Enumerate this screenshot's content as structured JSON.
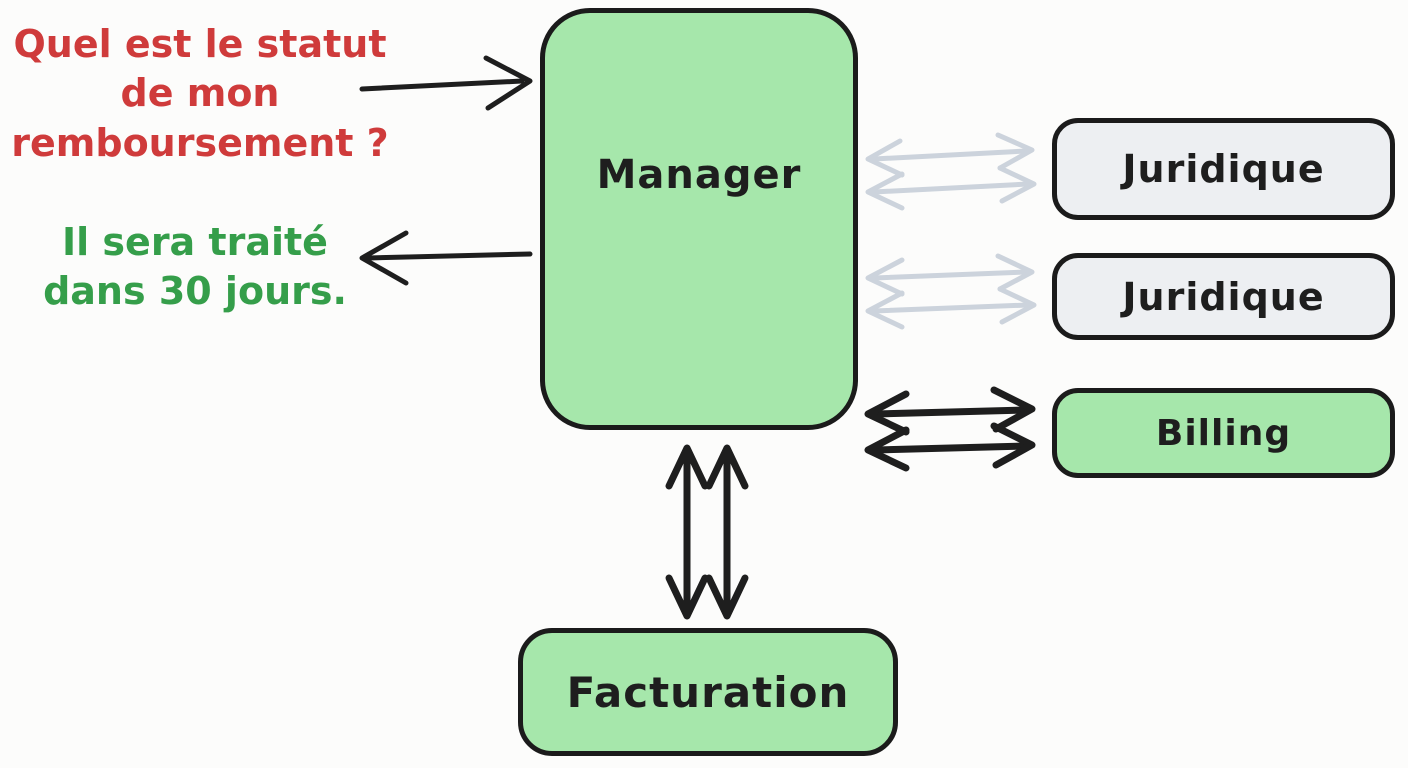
{
  "diagram": {
    "question": {
      "lines": [
        "Quel est le statut",
        "de mon",
        "remboursement ?"
      ],
      "full_text": "Quel est le statut de mon remboursement ?",
      "color": "#cf3b3b"
    },
    "answer": {
      "lines": [
        "Il sera traité",
        "dans 30 jours."
      ],
      "full_text": "Il sera traité dans 30 jours.",
      "color": "#359e4a"
    },
    "nodes": {
      "manager": {
        "label": "Manager",
        "fill": "#a6e7ab"
      },
      "juridique_1": {
        "label": "Juridique",
        "fill": "#edeff2"
      },
      "juridique_2": {
        "label": "Juridique",
        "fill": "#edeff2"
      },
      "billing": {
        "label": "Billing",
        "fill": "#a6e7ab"
      },
      "facturation": {
        "label": "Facturation",
        "fill": "#a6e7ab"
      }
    },
    "colors": {
      "border": "#1b1b1b",
      "arrow_active": "#1e1e1e",
      "arrow_inactive": "#ccd3dc",
      "background": "#fcfcfb"
    }
  }
}
